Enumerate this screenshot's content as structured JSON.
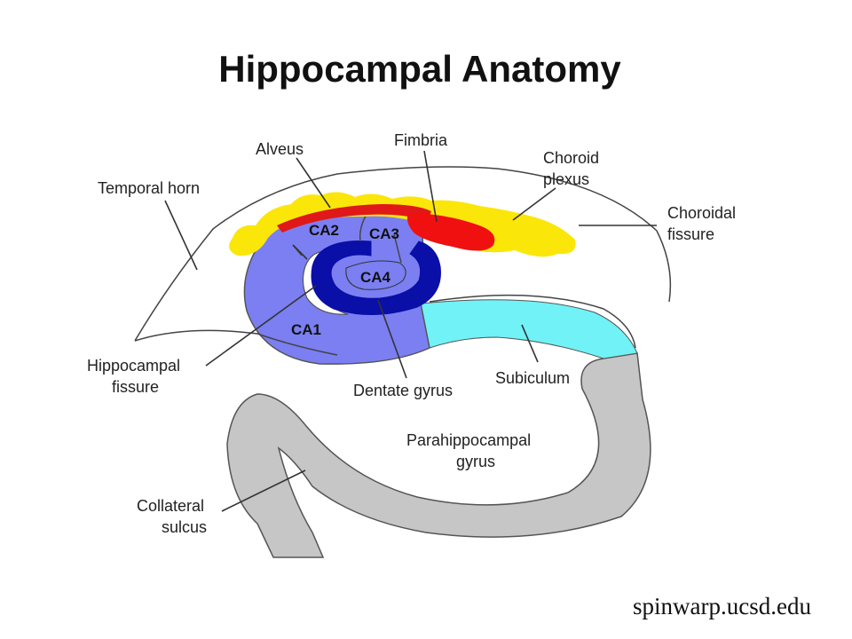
{
  "title": "Hippocampal Anatomy",
  "credit": "spinwarp.ucsd.edu",
  "regions": {
    "ca1": "CA1",
    "ca2": "CA2",
    "ca3": "CA3",
    "ca4": "CA4"
  },
  "labels": {
    "temporal_horn": "Temporal horn",
    "alveus": "Alveus",
    "fimbria": "Fimbria",
    "choroid_plexus": [
      "Choroid",
      "plexus"
    ],
    "choroidal_fissure": [
      "Choroidal",
      "fissure"
    ],
    "hippocampal_fissure": [
      "Hippocampal",
      "fissure"
    ],
    "dentate_gyrus": "Dentate gyrus",
    "subiculum": "Subiculum",
    "parahippocampal_gyrus": [
      "Parahippocampal",
      "gyrus"
    ],
    "collateral_sulcus": [
      "Collateral",
      "sulcus"
    ]
  },
  "colors": {
    "ammons_horn": "#7b7ff2",
    "dentate_gyrus": "#0a0fa8",
    "alveus": "#e01818",
    "fimbria": "#f01010",
    "choroid_plexus": "#fbe60a",
    "subiculum": "#70f2f6",
    "parahippocampal_gyrus": "#c6c6c6"
  }
}
